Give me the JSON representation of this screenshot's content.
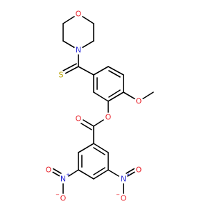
{
  "colors": {
    "carbon": "#000000",
    "oxygen": "#e8222a",
    "nitrogen": "#2b2bd6",
    "sulfur": "#b8a000"
  },
  "atoms": {
    "morpholine_o": {
      "symbol": "O",
      "color": "oxygen"
    },
    "morpholine_n": {
      "symbol": "N",
      "color": "nitrogen"
    },
    "thio_s": {
      "symbol": "S",
      "color": "sulfur"
    },
    "methoxy_o": {
      "symbol": "O",
      "color": "oxygen"
    },
    "ester_o": {
      "symbol": "O",
      "color": "oxygen"
    },
    "carbonyl_o": {
      "symbol": "O",
      "color": "oxygen"
    },
    "nitro1_n": {
      "symbol": "N",
      "charge": "+",
      "color": "nitrogen"
    },
    "nitro1_o_single": {
      "symbol": "O",
      "charge": "−",
      "color": "oxygen"
    },
    "nitro1_o_double": {
      "symbol": "O",
      "color": "oxygen"
    },
    "nitro2_n": {
      "symbol": "N",
      "charge": "+",
      "color": "nitrogen"
    },
    "nitro2_o_single": {
      "symbol": "O",
      "charge": "−",
      "color": "oxygen"
    },
    "nitro2_o_double": {
      "symbol": "O",
      "color": "oxygen"
    }
  }
}
